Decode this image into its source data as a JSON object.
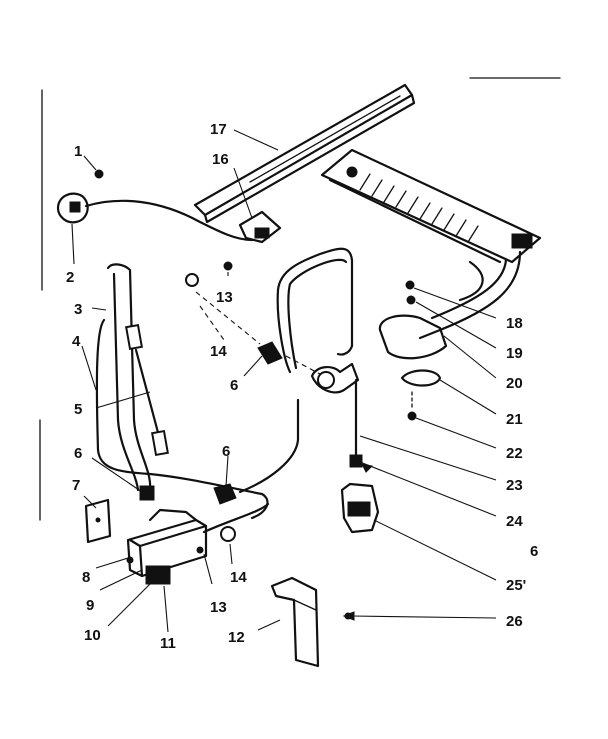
{
  "labels": {
    "p1": "1",
    "p2": "2",
    "p3": "3",
    "p4": "4",
    "p5": "5",
    "p6a": "6",
    "p6b": "6",
    "p6c": "6",
    "p6d": "6",
    "p7": "7",
    "p8": "8",
    "p9": "9",
    "p10": "10",
    "p11": "11",
    "p12": "12",
    "p13a": "13",
    "p13b": "13",
    "p14a": "14",
    "p14b": "14",
    "p16": "16",
    "p17": "17",
    "p18": "18",
    "p19": "19",
    "p20": "20",
    "p21": "21",
    "p22": "22",
    "p23": "23",
    "p24": "24",
    "p25": "25'",
    "p26": "26"
  }
}
